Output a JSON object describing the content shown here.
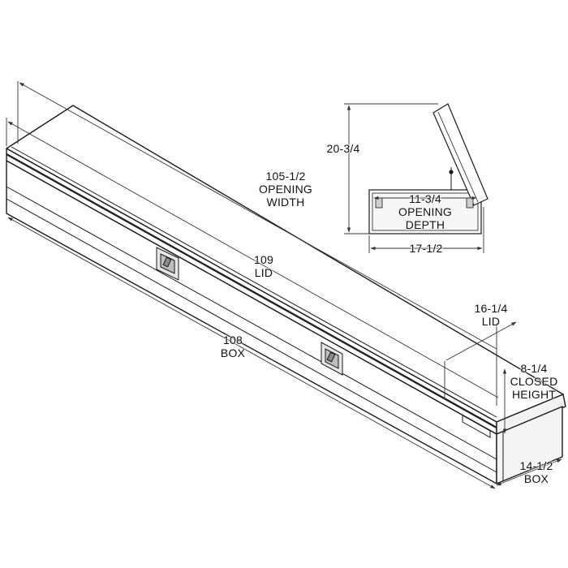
{
  "colors": {
    "line": "#1a1a1a",
    "dim": "#333333",
    "shade": "#d9d9d9",
    "background": "#ffffff"
  },
  "dimensions": {
    "opening_width": {
      "value": "105-1/2",
      "l1": "OPENING",
      "l2": "WIDTH"
    },
    "lid_length": {
      "value": "109",
      "l1": "LID"
    },
    "box_length": {
      "value": "108",
      "l1": "BOX"
    },
    "inset_height": {
      "value": "20-3/4"
    },
    "opening_depth": {
      "value": "11-3/4",
      "l1": "OPENING",
      "l2": "DEPTH"
    },
    "inset_width": {
      "value": "17-1/2"
    },
    "lid_depth": {
      "value": "16-1/4",
      "l1": "LID"
    },
    "closed_height": {
      "value": "8-1/4",
      "l1": "CLOSED",
      "l2": "HEIGHT"
    },
    "box_depth": {
      "value": "14-1/2",
      "l1": "BOX"
    }
  }
}
